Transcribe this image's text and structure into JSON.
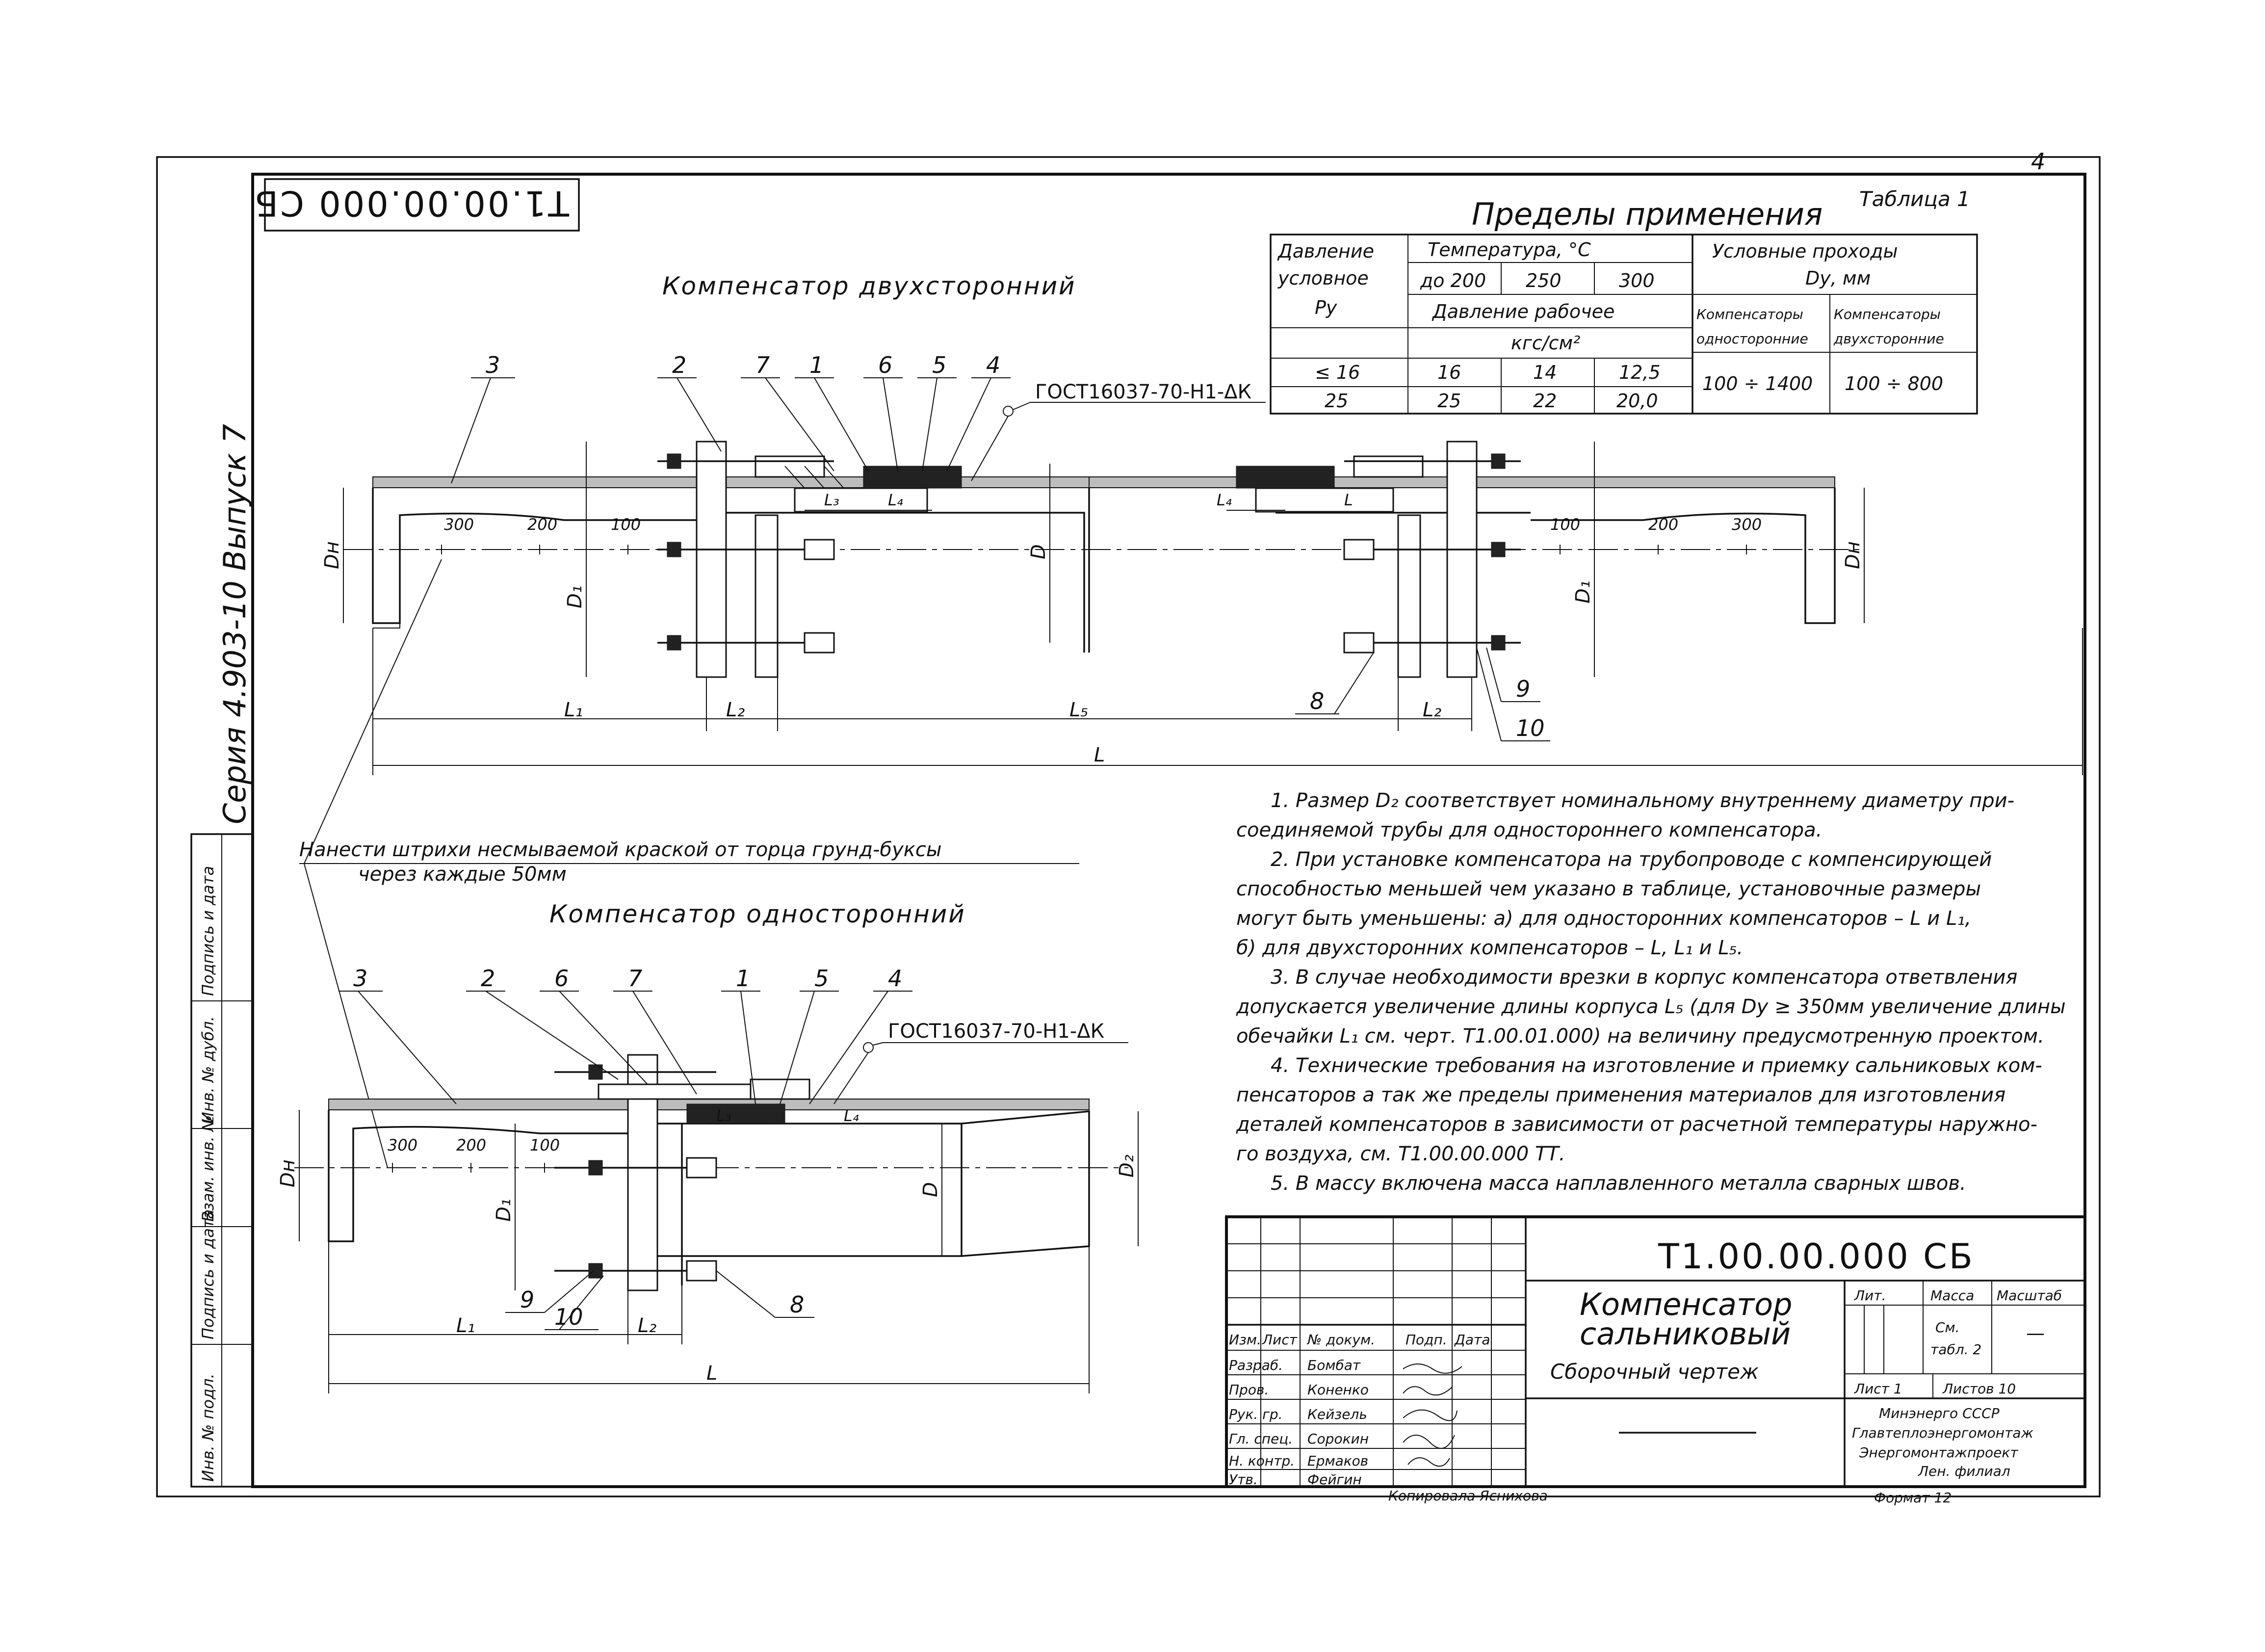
{
  "page_number": "4",
  "stamp_code_rotated": "T1.00.00.000 СБ",
  "series_label": "Серия 4.903-10 Выпуск 7",
  "table1": {
    "label": "Таблица 1",
    "title": "Пределы применения",
    "col_pressure_nominal": [
      "Давление",
      "условное",
      "Ру"
    ],
    "col_temperature": "Температура, °С",
    "temp_values": [
      "до 200",
      "250",
      "300"
    ],
    "col_work_pressure": "Давление рабочее",
    "work_pressure_unit": "кгс/см²",
    "col_passages": [
      "Условные проходы",
      "Dу, мм"
    ],
    "col_single": [
      "Компенсаторы",
      "односторонние"
    ],
    "col_double": [
      "Компенсаторы",
      "двухсторонние"
    ],
    "rows": [
      {
        "py": "≤ 16",
        "t200": "16",
        "t250": "14",
        "t300": "12,5"
      },
      {
        "py": "25",
        "t200": "25",
        "t250": "22",
        "t300": "20,0"
      }
    ],
    "single_range": "100 ÷ 1400",
    "double_range": "100 ÷ 800"
  },
  "drawing_double": {
    "caption": "Компенсатор двухсторонний",
    "gost": "ГОСТ16037-70-Н1-ΔК",
    "callouts": [
      "3",
      "2",
      "7",
      "1",
      "6",
      "5",
      "4",
      "8",
      "9",
      "10"
    ],
    "dims": {
      "Dn": "Dн",
      "D1": "D₁",
      "D": "D",
      "L1": "L₁",
      "L2": "L₂",
      "L5": "L₅",
      "L": "L",
      "L3": "L₃",
      "L4": "L₄"
    },
    "scale_marks": [
      "300",
      "200",
      "100"
    ]
  },
  "drawing_single": {
    "caption": "Компенсатор односторонний",
    "gost": "ГОСТ16037-70-Н1-ΔК",
    "hatch_note": [
      "Нанести штрихи несмываемой краской от торца грунд-буксы",
      "через каждые 50мм"
    ],
    "callouts": [
      "3",
      "2",
      "6",
      "7",
      "1",
      "5",
      "4",
      "9",
      "10",
      "8"
    ],
    "dims": {
      "Dn": "Dн",
      "D1": "D₁",
      "D": "D",
      "D2": "D₂",
      "L1": "L₁",
      "L2": "L₂",
      "L": "L",
      "L3": "L₃",
      "L4": "L₄"
    },
    "scale_marks": [
      "300",
      "200",
      "100"
    ]
  },
  "notes": [
    "1. Размер D₂ соответствует номинальному внутреннему диаметру при-",
    "соединяемой трубы для одностороннего компенсатора.",
    "2. При установке компенсатора на трубопроводе с компенсирующей",
    "способностью меньшей чем указано в таблице, установочные размеры",
    "могут быть уменьшены: а) для односторонних компенсаторов – L и L₁,",
    "б) для двухсторонних компенсаторов – L, L₁ и L₅.",
    "3. В случае необходимости врезки в корпус компенсатора ответвления",
    "допускается увеличение длины корпуса L₅ (для Dу ≥ 350мм увеличение длины",
    "обечайки L₁ см. черт. Т1.00.01.000) на величину предусмотренную проектом.",
    "4. Технические требования на изготовление и приемку сальниковых ком-",
    "пенсаторов а так же пределы применения материалов для изготовления",
    "деталей компенсаторов в зависимости от расчетной температуры наружно-",
    "го воздуха, см. Т1.00.00.000 ТТ.",
    "5. В массу включена масса наплавленного металла сварных швов."
  ],
  "left_strip": [
    "Инв. № подл.",
    "Подпись и дата",
    "Взам. инв. №",
    "Инв. № дубл.",
    "Подпись и дата"
  ],
  "title_block": {
    "code": "Т1.00.00.000 СБ",
    "name": [
      "Компенсатор",
      "сальниковый",
      "Сборочный чертеж"
    ],
    "col_headers": [
      "Изм.",
      "Лист",
      "№ докум.",
      "Подп.",
      "Дата"
    ],
    "people": [
      {
        "role": "Разраб.",
        "name": "Бомбат"
      },
      {
        "role": "Пров.",
        "name": "Коненко"
      },
      {
        "role": "Рук. гр.",
        "name": "Кейзель"
      },
      {
        "role": "Гл. спец.",
        "name": "Сорокин"
      },
      {
        "role": "Н. контр.",
        "name": "Ермаков"
      },
      {
        "role": "Утв.",
        "name": "Фейгин"
      }
    ],
    "lit": "Лит.",
    "mass": "Масса",
    "scale": "Масштаб",
    "mass_value": [
      "См.",
      "табл. 2"
    ],
    "scale_value": "—",
    "sheet": "Лист 1",
    "sheets": "Листов 10",
    "org": [
      "Минэнерго СССР",
      "Главтеплоэнергомонтаж",
      "Энергомонтажпроект",
      "Лен. филиал"
    ],
    "copied": "Копировала Яснихова",
    "format": "Формат 12"
  }
}
